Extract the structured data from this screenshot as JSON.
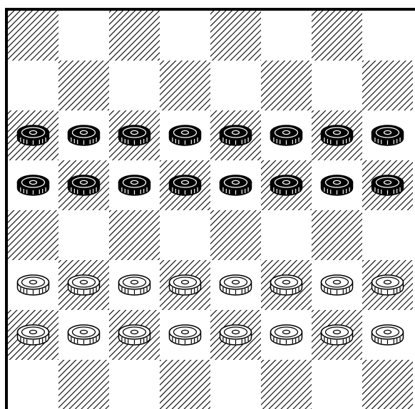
{
  "game": {
    "type": "checkers",
    "rows": 8,
    "cols": 8,
    "colors": {
      "board_border": "#000000",
      "light_square": "#ffffff",
      "dark_square_hatch": "#000000",
      "dark_piece_fill": "#000000",
      "light_piece_fill": "#ffffff",
      "piece_outline": "#000000"
    },
    "pieces": [
      {
        "row": 2,
        "col": 0,
        "color": "dark"
      },
      {
        "row": 2,
        "col": 1,
        "color": "dark"
      },
      {
        "row": 2,
        "col": 2,
        "color": "dark"
      },
      {
        "row": 2,
        "col": 3,
        "color": "dark"
      },
      {
        "row": 2,
        "col": 4,
        "color": "dark"
      },
      {
        "row": 2,
        "col": 5,
        "color": "dark"
      },
      {
        "row": 2,
        "col": 6,
        "color": "dark"
      },
      {
        "row": 2,
        "col": 7,
        "color": "dark"
      },
      {
        "row": 3,
        "col": 0,
        "color": "dark"
      },
      {
        "row": 3,
        "col": 1,
        "color": "dark"
      },
      {
        "row": 3,
        "col": 2,
        "color": "dark"
      },
      {
        "row": 3,
        "col": 3,
        "color": "dark"
      },
      {
        "row": 3,
        "col": 4,
        "color": "dark"
      },
      {
        "row": 3,
        "col": 5,
        "color": "dark"
      },
      {
        "row": 3,
        "col": 6,
        "color": "dark"
      },
      {
        "row": 3,
        "col": 7,
        "color": "dark"
      },
      {
        "row": 5,
        "col": 0,
        "color": "light"
      },
      {
        "row": 5,
        "col": 1,
        "color": "light"
      },
      {
        "row": 5,
        "col": 2,
        "color": "light"
      },
      {
        "row": 5,
        "col": 3,
        "color": "light"
      },
      {
        "row": 5,
        "col": 4,
        "color": "light"
      },
      {
        "row": 5,
        "col": 5,
        "color": "light"
      },
      {
        "row": 5,
        "col": 6,
        "color": "light"
      },
      {
        "row": 5,
        "col": 7,
        "color": "light"
      },
      {
        "row": 6,
        "col": 0,
        "color": "light"
      },
      {
        "row": 6,
        "col": 1,
        "color": "light"
      },
      {
        "row": 6,
        "col": 2,
        "color": "light"
      },
      {
        "row": 6,
        "col": 3,
        "color": "light"
      },
      {
        "row": 6,
        "col": 4,
        "color": "light"
      },
      {
        "row": 6,
        "col": 5,
        "color": "light"
      },
      {
        "row": 6,
        "col": 6,
        "color": "light"
      },
      {
        "row": 6,
        "col": 7,
        "color": "light"
      }
    ]
  }
}
